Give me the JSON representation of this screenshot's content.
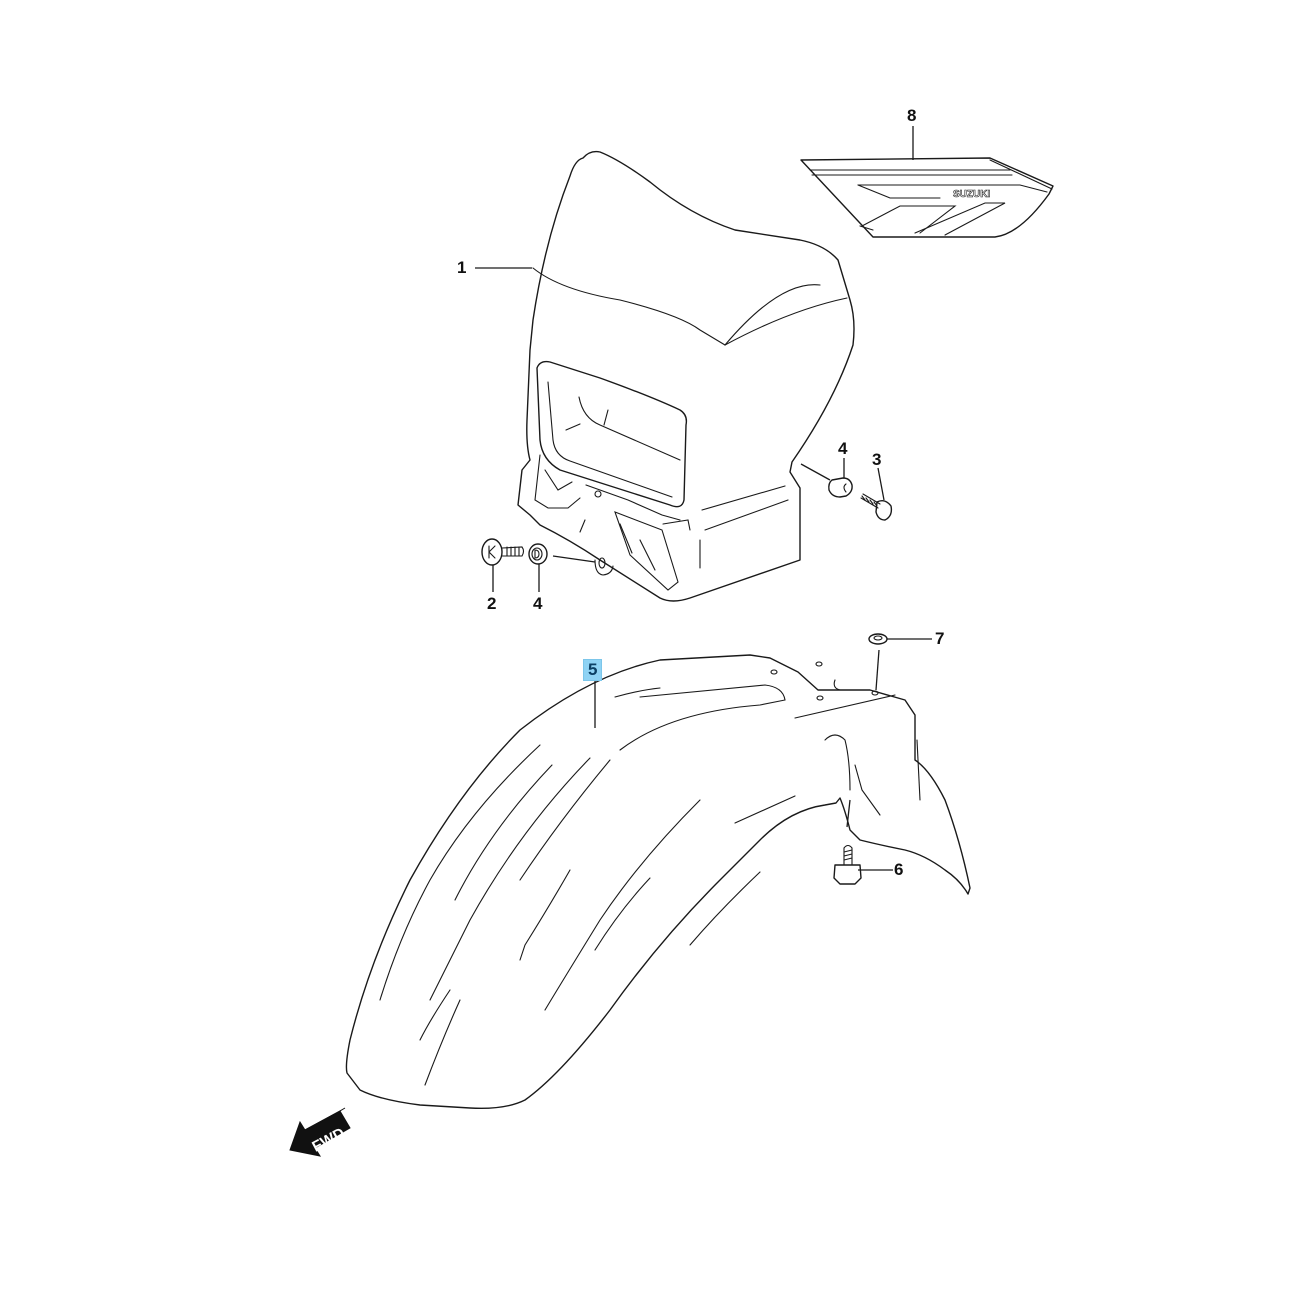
{
  "diagram": {
    "type": "exploded-parts-diagram",
    "subject": "Headlight cowl and front fender",
    "callouts": [
      {
        "id": "1",
        "label": "1",
        "part": "headlight-cowl"
      },
      {
        "id": "2",
        "label": "2",
        "part": "screw"
      },
      {
        "id": "3",
        "label": "3",
        "part": "bolt"
      },
      {
        "id": "4a",
        "label": "4",
        "part": "cushion-right"
      },
      {
        "id": "4b",
        "label": "4",
        "part": "cushion-left"
      },
      {
        "id": "5",
        "label": "5",
        "part": "front-fender",
        "highlighted": true
      },
      {
        "id": "6",
        "label": "6",
        "part": "fender-bolt"
      },
      {
        "id": "7",
        "label": "7",
        "part": "washer-nut"
      },
      {
        "id": "8",
        "label": "8",
        "part": "emblem-decal"
      }
    ],
    "decal_text": "SUZUKI",
    "direction_indicator": "FWD",
    "highlight_color": "#8fd3f4"
  }
}
